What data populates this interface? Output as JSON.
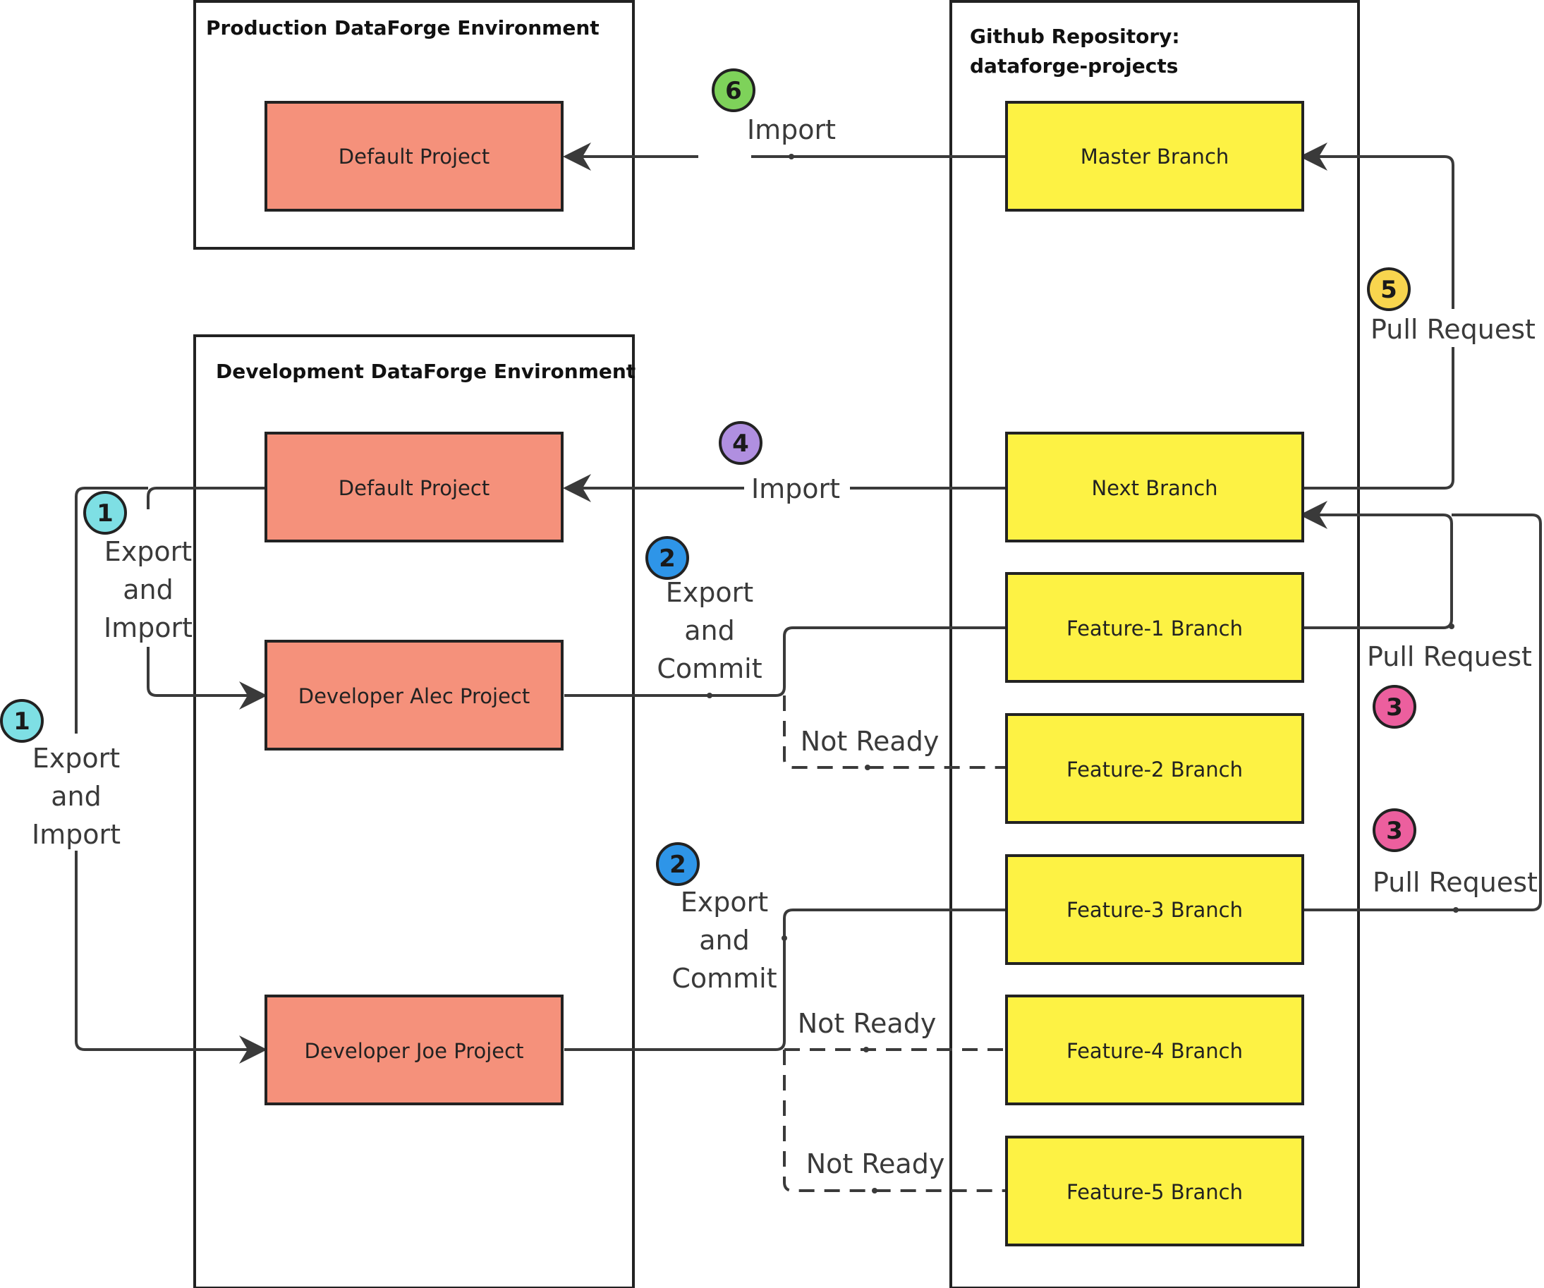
{
  "colors": {
    "project_fill": "#F5917B",
    "branch_fill": "#FDF244",
    "border": "#222222",
    "edge": "#3a3a3a",
    "badge_1": "#7EDFE4",
    "badge_2": "#2E95E8",
    "badge_3": "#EC5F9E",
    "badge_4": "#B08FE0",
    "badge_5": "#F8D54E",
    "badge_6": "#7ED25A"
  },
  "containers": {
    "production": {
      "title": "Production DataForge Environment"
    },
    "development": {
      "title": "Development DataForge Environment"
    },
    "github": {
      "title_line1": "Github Repository:",
      "title_line2": "dataforge-projects"
    }
  },
  "nodes": {
    "prod_default": "Default Project",
    "dev_default": "Default Project",
    "dev_alec": "Developer Alec Project",
    "dev_joe": "Developer Joe Project",
    "master": "Master Branch",
    "next": "Next Branch",
    "feature1": "Feature-1 Branch",
    "feature2": "Feature-2 Branch",
    "feature3": "Feature-3 Branch",
    "feature4": "Feature-4 Branch",
    "feature5": "Feature-5 Branch"
  },
  "edges": {
    "import_prod": "Import",
    "import_dev": "Import",
    "export_import_alec": [
      "Export",
      "and",
      "Import"
    ],
    "export_import_joe": [
      "Export",
      "and",
      "Import"
    ],
    "export_commit_alec": [
      "Export",
      "and",
      "Commit"
    ],
    "export_commit_joe": [
      "Export",
      "and",
      "Commit"
    ],
    "not_ready_f2": "Not Ready",
    "not_ready_f4": "Not Ready",
    "not_ready_f5": "Not Ready",
    "pr_master": "Pull Request",
    "pr_f1": "Pull Request",
    "pr_f3": "Pull Request"
  },
  "badges": {
    "b1_top": "1",
    "b1_left": "1",
    "b2_alec": "2",
    "b2_joe": "2",
    "b3_f1": "3",
    "b3_f3": "3",
    "b4": "4",
    "b5": "5",
    "b6": "6"
  }
}
